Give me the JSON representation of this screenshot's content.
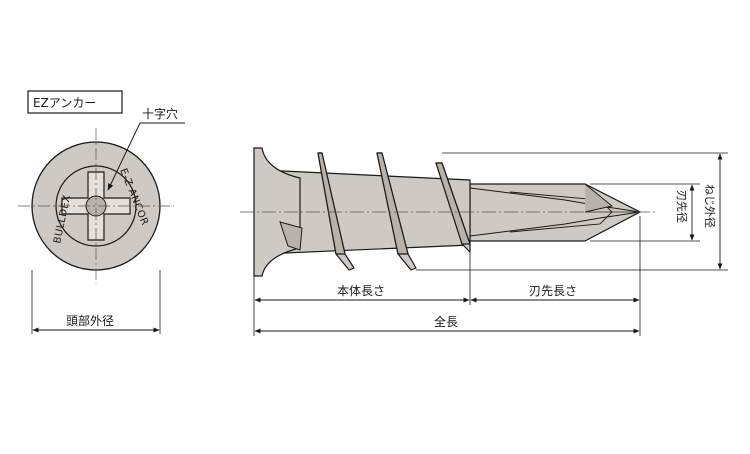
{
  "product_label": "EZアンカー",
  "front_view": {
    "recess_label": "十字穴",
    "ring_text_left": "BULLDEX",
    "ring_text_right": "E-Z ANCOR",
    "dim_head_diameter": "頭部外径"
  },
  "side_view": {
    "dim_body_length": "本体長さ",
    "dim_tip_length": "刃先長さ",
    "dim_total_length": "全長",
    "dim_tip_diameter": "刃先径",
    "dim_thread_diameter": "ねじ外径"
  },
  "colors": {
    "line": "#1a1a1a",
    "fill": "#cfc9c3",
    "fill_dark": "#b9b2ab",
    "center_line": "#555555"
  }
}
